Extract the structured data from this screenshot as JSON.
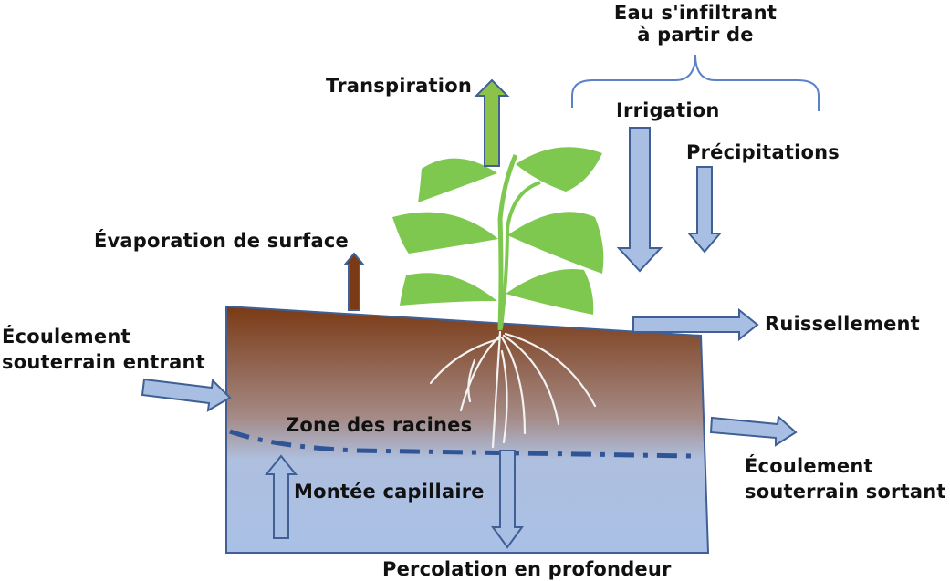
{
  "labels": {
    "infiltration_line1": "Eau s'infiltrant",
    "infiltration_line2": "à partir de",
    "transpiration": "Transpiration",
    "irrigation": "Irrigation",
    "precipitation": "Précipitations",
    "surface_evaporation": "Évaporation de surface",
    "inflow_line1": "Écoulement",
    "inflow_line2": "souterrain entrant",
    "runoff": "Ruissellement",
    "root_zone": "Zone des racines",
    "capillary_rise": "Montée capillaire",
    "outflow_line1": "Écoulement",
    "outflow_line2": "souterrain sortant",
    "deep_percolation": "Percolation en profondeur"
  },
  "colors": {
    "soil_top": "#7a3a15",
    "soil_bottom": "#a9c0e6",
    "water_arrow_fill": "#a8bfe3",
    "water_arrow_stroke": "#3f5f95",
    "transpiration_arrow": "#8bc34a",
    "evaporation_arrow": "#7a3a15",
    "leaf": "#7ec850",
    "water_table_line": "#2f5597",
    "roots": "#f3f3f3"
  }
}
